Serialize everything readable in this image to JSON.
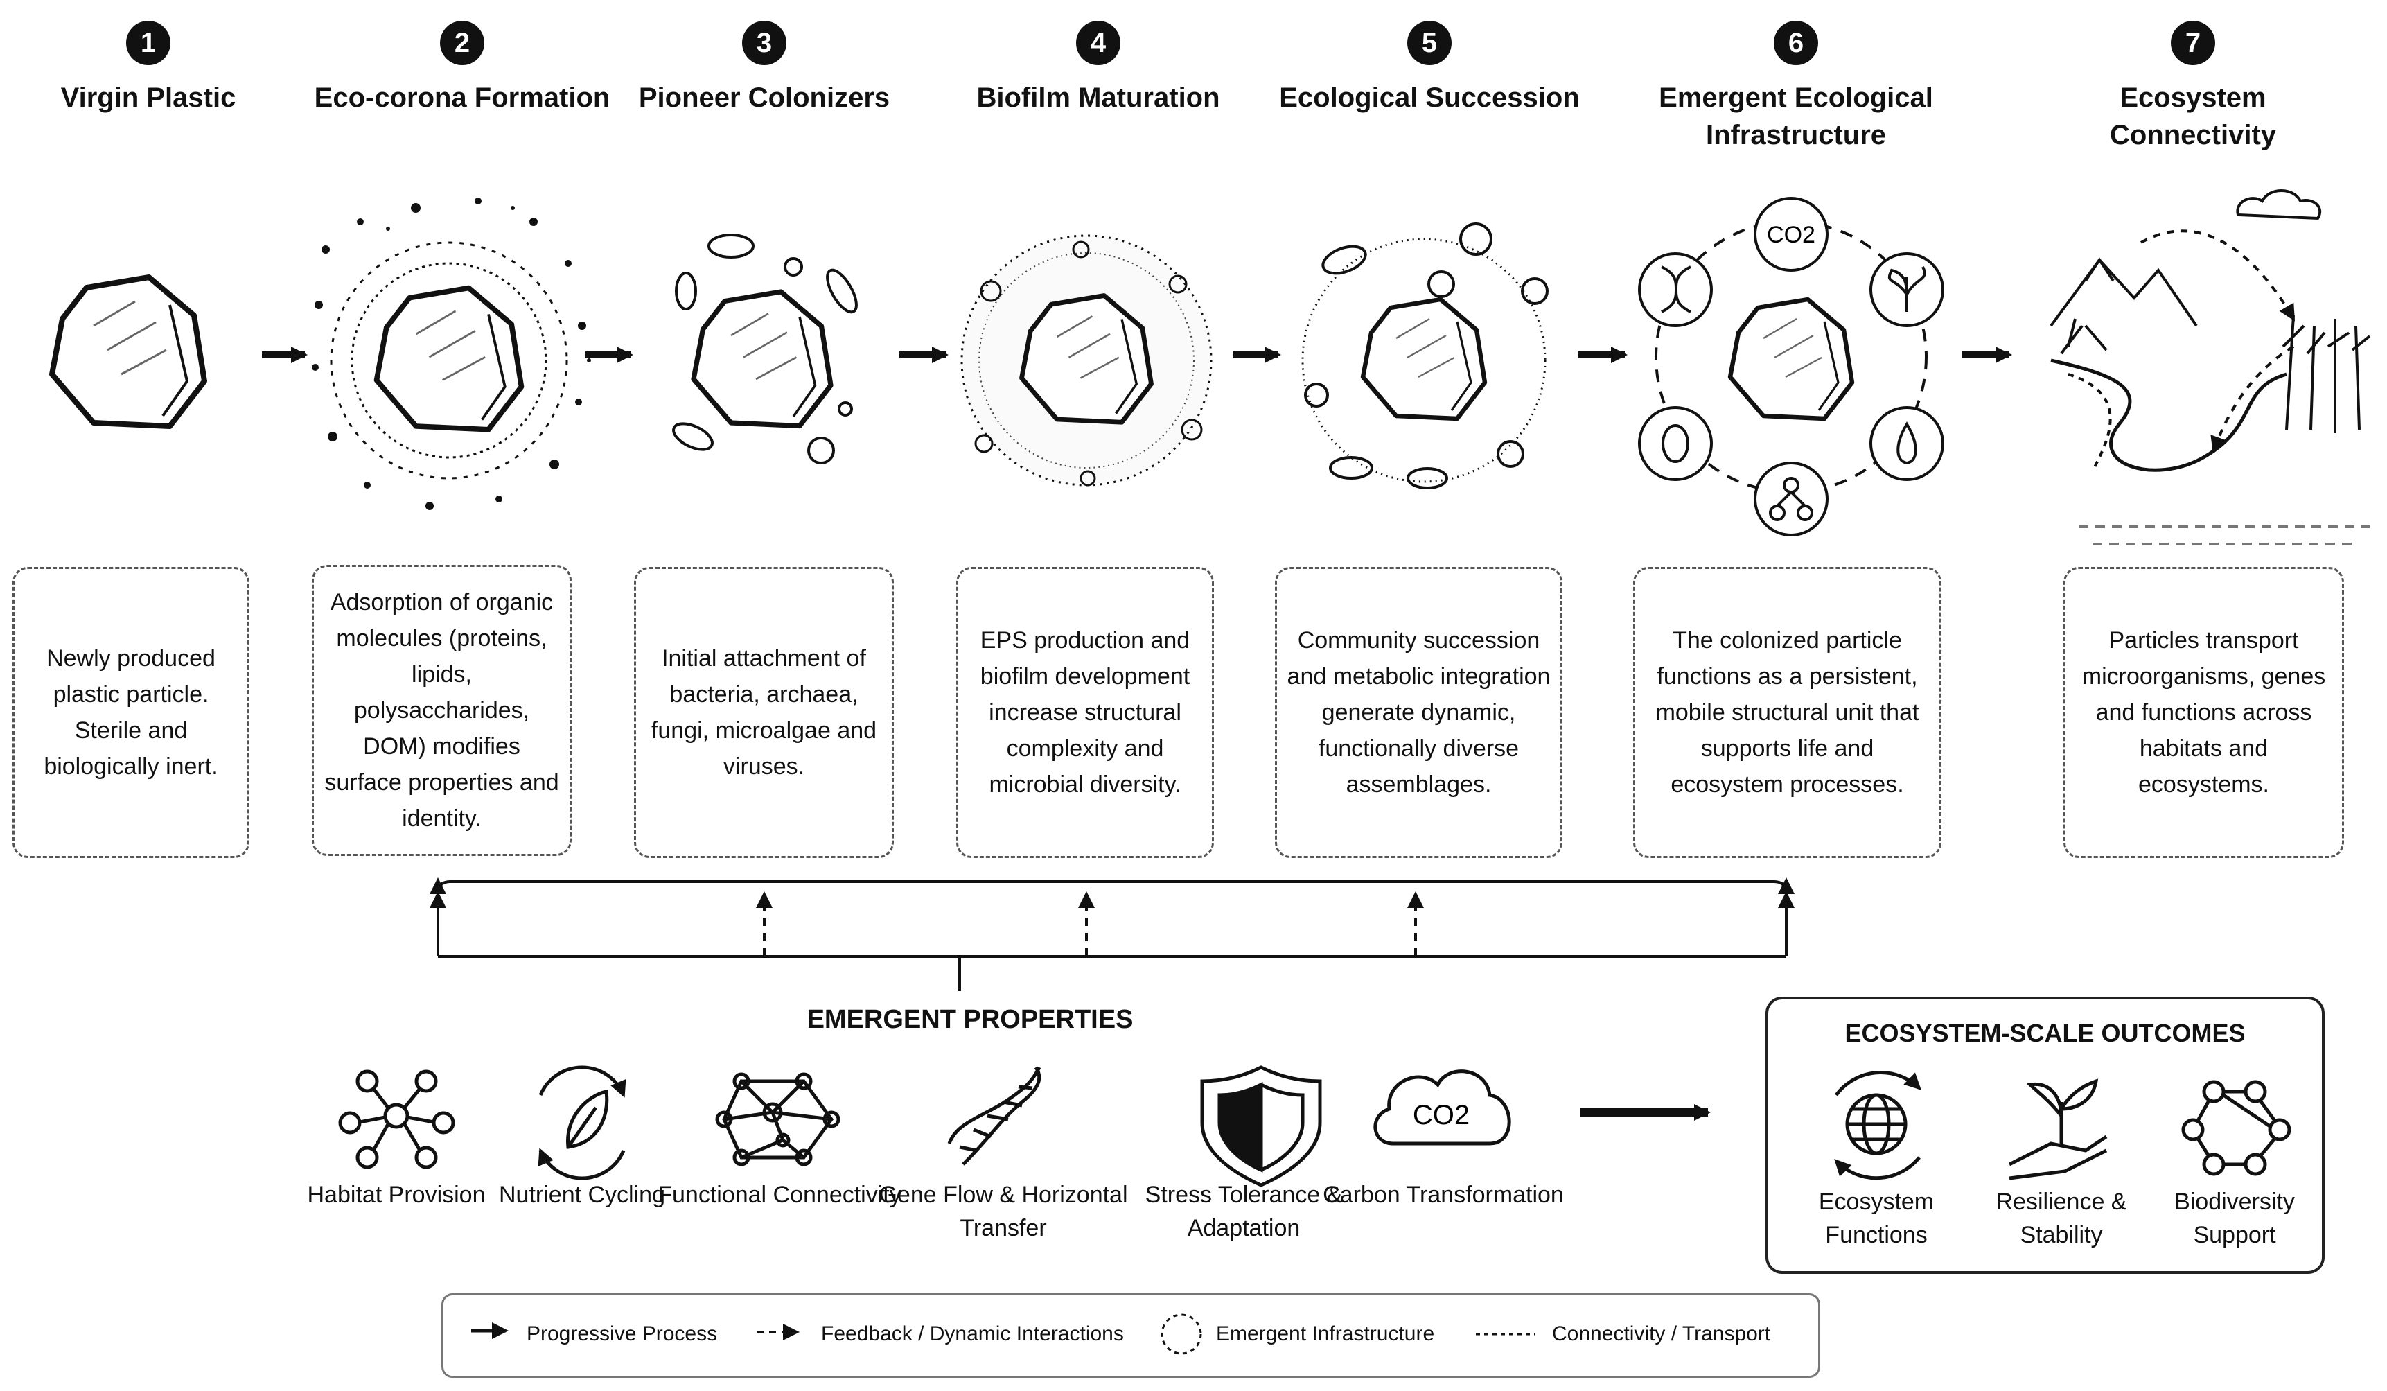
{
  "stages": [
    {
      "num": "1",
      "title": "Virgin Plastic",
      "desc": "Newly produced plastic particle. Sterile and biologically inert."
    },
    {
      "num": "2",
      "title": "Eco-corona Formation",
      "desc": "Adsorption of organic molecules (proteins, lipids, polysaccharides, DOM) modifies surface properties and identity."
    },
    {
      "num": "3",
      "title": "Pioneer Colonizers",
      "desc": "Initial attachment of bacteria, archaea, fungi, microalgae and viruses."
    },
    {
      "num": "4",
      "title": "Biofilm Maturation",
      "desc": "EPS production and biofilm development increase structural complexity and microbial diversity."
    },
    {
      "num": "5",
      "title": "Ecological Succession",
      "desc": "Community succession and metabolic integration generate dynamic, functionally diverse assemblages."
    },
    {
      "num": "6",
      "title": "Emergent Ecological Infrastructure",
      "desc": "The colonized particle functions as a persistent, mobile structural unit that supports life and ecosystem processes."
    },
    {
      "num": "7",
      "title": "Ecosystem Connectivity",
      "desc": "Particles transport microorganisms, genes and functions across habitats and ecosystems."
    }
  ],
  "co2_label": "CO2",
  "emergent": {
    "title": "EMERGENT PROPERTIES",
    "items": [
      {
        "label": "Habitat Provision",
        "icon": "network-node-icon"
      },
      {
        "label": "Nutrient Cycling",
        "icon": "leaf-cycle-icon"
      },
      {
        "label": "Functional Connectivity",
        "icon": "mesh-network-icon"
      },
      {
        "label": "Gene Flow & Horizontal Transfer",
        "icon": "dna-icon"
      },
      {
        "label": "Stress Tolerance & Adaptation",
        "icon": "shield-icon"
      },
      {
        "label": "Carbon Transformation",
        "icon": "co2-cloud-icon"
      }
    ]
  },
  "outcomes": {
    "title": "ECOSYSTEM-SCALE OUTCOMES",
    "items": [
      {
        "label": "Ecosystem Functions",
        "icon": "globe-cycle-icon"
      },
      {
        "label": "Resilience & Stability",
        "icon": "hand-sprout-icon"
      },
      {
        "label": "Biodiversity Support",
        "icon": "connected-nodes-icon"
      }
    ]
  },
  "legend": [
    {
      "label": "Progressive Process",
      "icon": "solid-arrow"
    },
    {
      "label": "Feedback / Dynamic Interactions",
      "icon": "dashed-arrow"
    },
    {
      "label": "Emergent Infrastructure",
      "icon": "dashed-circle"
    },
    {
      "label": "Connectivity / Transport",
      "icon": "dotted-line"
    }
  ]
}
